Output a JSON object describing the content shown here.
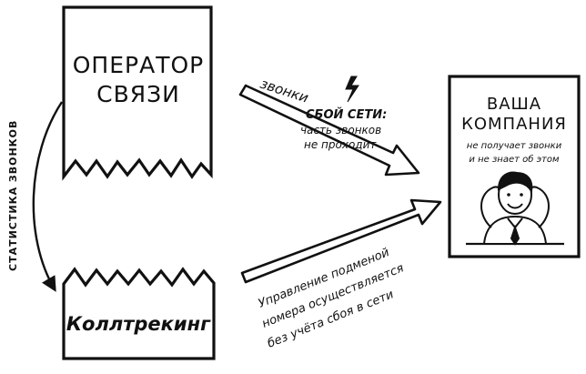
{
  "operator": {
    "line1": "ОПЕРАТОР",
    "line2": "СВЯЗИ"
  },
  "calltracking": {
    "label": "Коллтрекинг"
  },
  "company": {
    "title_line1": "ВАША",
    "title_line2": "КОМПАНИЯ",
    "note_line1": "не получает звонки",
    "note_line2": "и не знает об этом"
  },
  "arrows": {
    "calls_label": "звонки",
    "failure_line1": "СБОЙ СЕТИ:",
    "failure_line2": "часть звонков",
    "failure_line3": "не проходит",
    "stats_label": "СТАТИСТИКА ЗВОНКОВ",
    "management_line1": "Управление подменой",
    "management_line2": "номера осуществляется",
    "management_line3": "без учёта сбоя в сети"
  }
}
